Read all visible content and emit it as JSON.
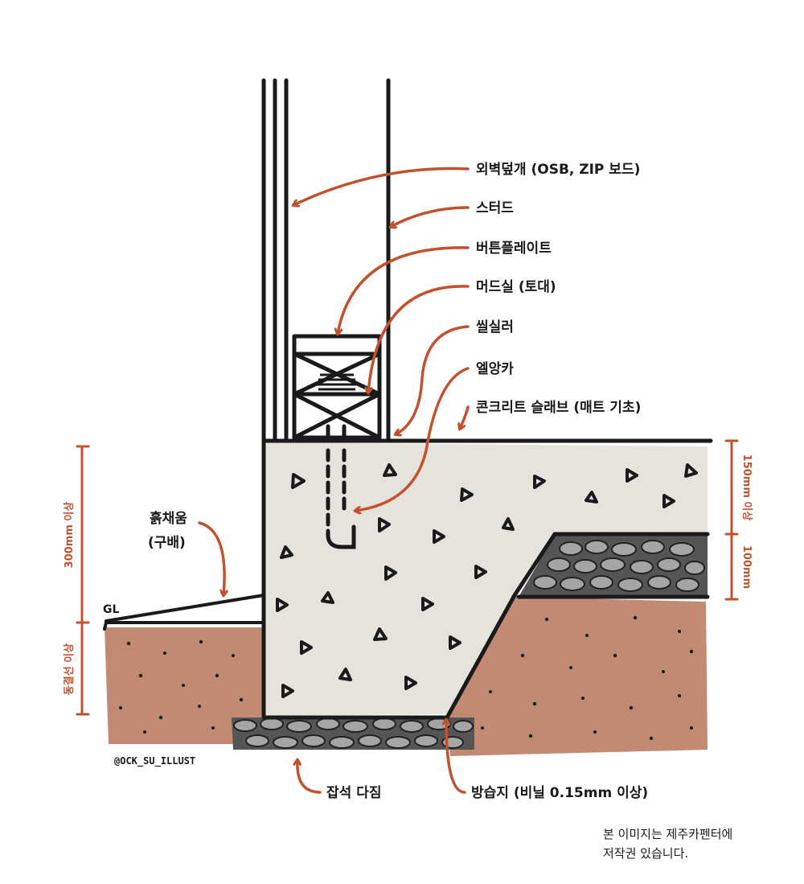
{
  "labels": {
    "sheathing": "외벽덮개 (OSB, ZIP 보드)",
    "stud": "스터드",
    "butt_plate": "버튼플레이트",
    "mudsill": "머드실 (토대)",
    "sill_sealer": "씰실러",
    "anchor": "엘앙카",
    "slab": "콘크리트 슬래브 (매트 기초)",
    "backfill_line1": "흙채움",
    "backfill_line2": "(구배)",
    "gl": "GL",
    "gravel": "잡석 다짐",
    "vapor_barrier": "방습지 (비닐 0.15mm 이상)"
  },
  "dimensions": {
    "left_upper": "300mm 이상",
    "left_lower": "동결선 이상",
    "right_upper": "150mm 이상",
    "right_lower": "100mm"
  },
  "credit": "@OCK_SU_ILLUST",
  "copyright": {
    "line1": "본 이미지는 제주카펜터에",
    "line2": "저작권 있습니다."
  },
  "colors": {
    "accent": "#c0532d",
    "line": "#1a1a1a",
    "concrete": "#e6e3dc",
    "soil": "#c28a73",
    "gravel": "#8f8f8f"
  }
}
